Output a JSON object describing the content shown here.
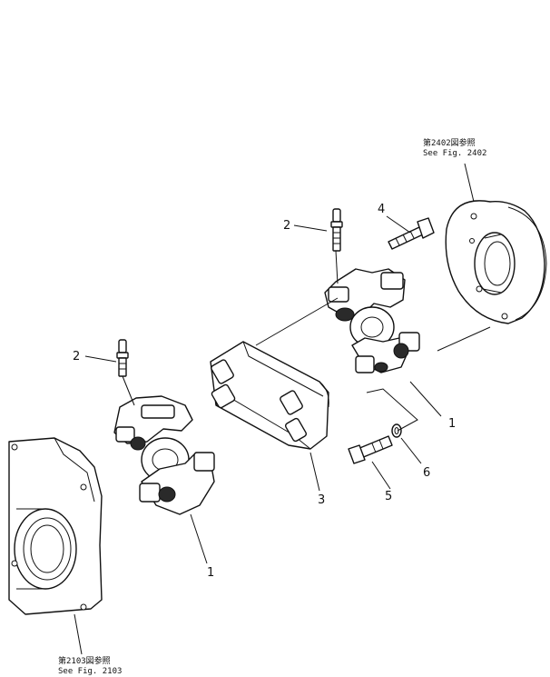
{
  "references": {
    "top_right": {
      "jp": "第2402図参照",
      "en": "See Fig. 2402"
    },
    "bottom_left": {
      "jp": "第2103図参照",
      "en": "See Fig. 2103"
    }
  },
  "callouts": {
    "universal_joint_left": "1",
    "universal_joint_right": "1",
    "grease_fitting_left": "2",
    "grease_fitting_right": "2",
    "shaft_coupling": "3",
    "bolt_top": "4",
    "bolt_bottom": "5",
    "washer": "6"
  }
}
